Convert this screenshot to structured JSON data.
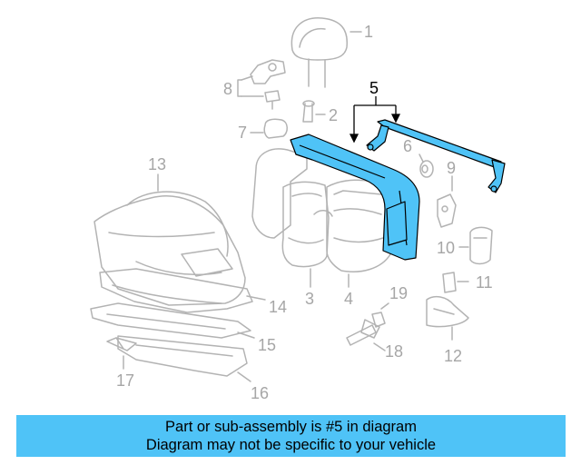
{
  "diagram": {
    "callouts": {
      "c1": "1",
      "c2": "2",
      "c3": "3",
      "c4": "4",
      "c5": "5",
      "c6": "6",
      "c7": "7",
      "c8": "8",
      "c9": "9",
      "c10": "10",
      "c11": "11",
      "c12": "12",
      "c13": "13",
      "c14": "14",
      "c15": "15",
      "c16": "16",
      "c17": "17",
      "c18": "18",
      "c19": "19"
    },
    "highlighted_part": "5",
    "colors": {
      "highlight_fill": "#4fc3f7",
      "line_art": "#b3b3b3",
      "highlight_outline": "#000000"
    }
  },
  "caption": {
    "line1": "Part or sub-assembly is #5 in diagram",
    "line2": "Diagram may not be specific to your vehicle",
    "background": "#4fc3f7"
  }
}
